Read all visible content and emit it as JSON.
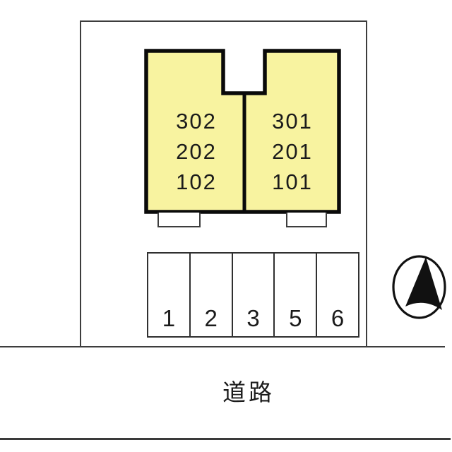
{
  "site_plan": {
    "building": {
      "fill": "#F8F3A0",
      "outline_color": "#0a0a0a",
      "left_unit": {
        "units": [
          "302",
          "202",
          "102"
        ]
      },
      "right_unit": {
        "units": [
          "301",
          "201",
          "101"
        ]
      }
    },
    "parking": {
      "stalls": [
        "1",
        "2",
        "3",
        "5",
        "6"
      ]
    },
    "road": {
      "label": "道路"
    },
    "compass": {
      "icon": "north-arrow"
    },
    "colors": {
      "boundary_line": "#3d3d3d",
      "parking_line": "#303030",
      "text": "#1b1b1b",
      "background": "#ffffff"
    }
  }
}
